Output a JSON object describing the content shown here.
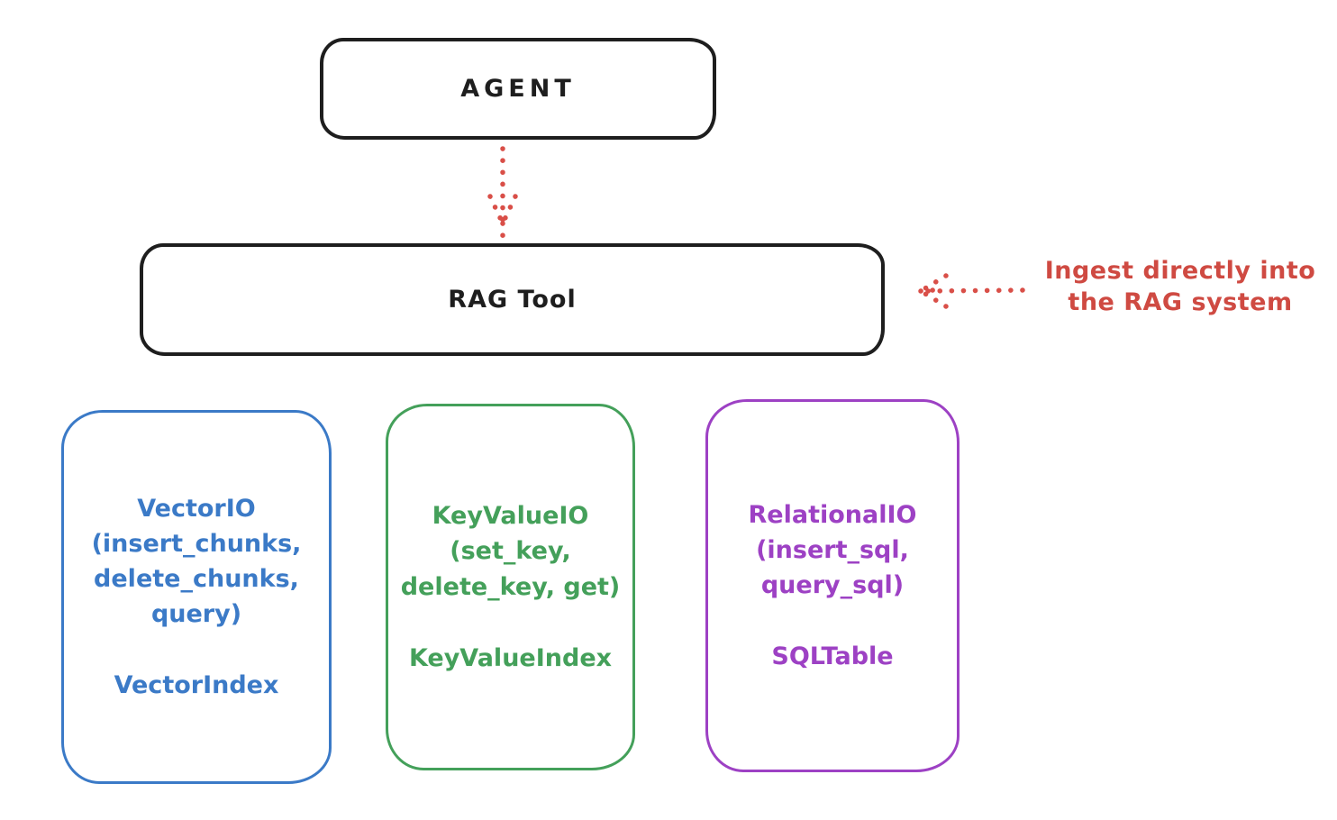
{
  "canvas": {
    "background": "#ffffff"
  },
  "agent_box": {
    "label": "AGENT"
  },
  "rag_box": {
    "label": "RAG Tool"
  },
  "ingest_annotation": {
    "text": "Ingest directly into\nthe RAG system",
    "color": "#cf4a42"
  },
  "arrows": {
    "agent_to_rag": "dotted red arrow pointing down from AGENT to RAG Tool",
    "ingest_to_rag": "dotted red arrow pointing left toward RAG Tool"
  },
  "io_boxes": [
    {
      "name": "vector-io",
      "interface_text": "VectorIO\n(insert_chunks,\ndelete_chunks,\nquery)",
      "index_label": "VectorIndex",
      "color": "#3b7ac7"
    },
    {
      "name": "keyvalue-io",
      "interface_text": "KeyValueIO\n(set_key,\ndelete_key, get)",
      "index_label": "KeyValueIndex",
      "color": "#44a05a"
    },
    {
      "name": "relational-io",
      "interface_text": "RelationalIO\n(insert_sql,\nquery_sql)",
      "index_label": "SQLTable",
      "color": "#9d41c4"
    }
  ],
  "colors": {
    "stroke_black": "#1e1e1e",
    "annotation_red": "#cf4a42",
    "vector_blue": "#3b7ac7",
    "keyvalue_green": "#44a05a",
    "relational_purple": "#9d41c4"
  }
}
